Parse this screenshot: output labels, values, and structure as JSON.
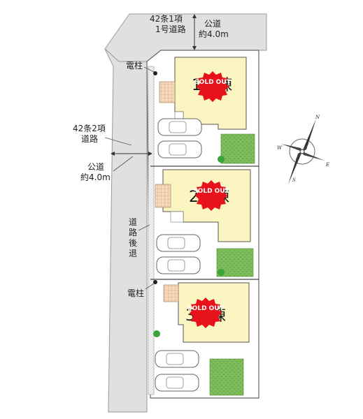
{
  "north_road": {
    "line1": "42条1項",
    "line2": "1号道路",
    "public_line1": "公道",
    "public_line2": "約4.0m"
  },
  "west_road": {
    "line1": "42条2項",
    "line2": "道路",
    "public_line1": "公道",
    "public_line2": "約4.0m"
  },
  "setback_label": [
    "道",
    "路",
    "後",
    "退"
  ],
  "pole_label": "電柱",
  "buildings": [
    {
      "label": "1号棟",
      "status": "SOLD OUT"
    },
    {
      "label": "2号棟",
      "status": "SOLD OUT"
    },
    {
      "label": "3号棟",
      "status": "SOLD OUT"
    }
  ],
  "compass": {
    "n": "N",
    "e": "E",
    "s": "S",
    "w": "W"
  },
  "colors": {
    "building": "#fbf5c1",
    "road": "#e0e0e0",
    "lot": "#ffffff",
    "garden": "#8cc46b",
    "deck": "#f4d8bf",
    "badge": "#e8121b"
  }
}
